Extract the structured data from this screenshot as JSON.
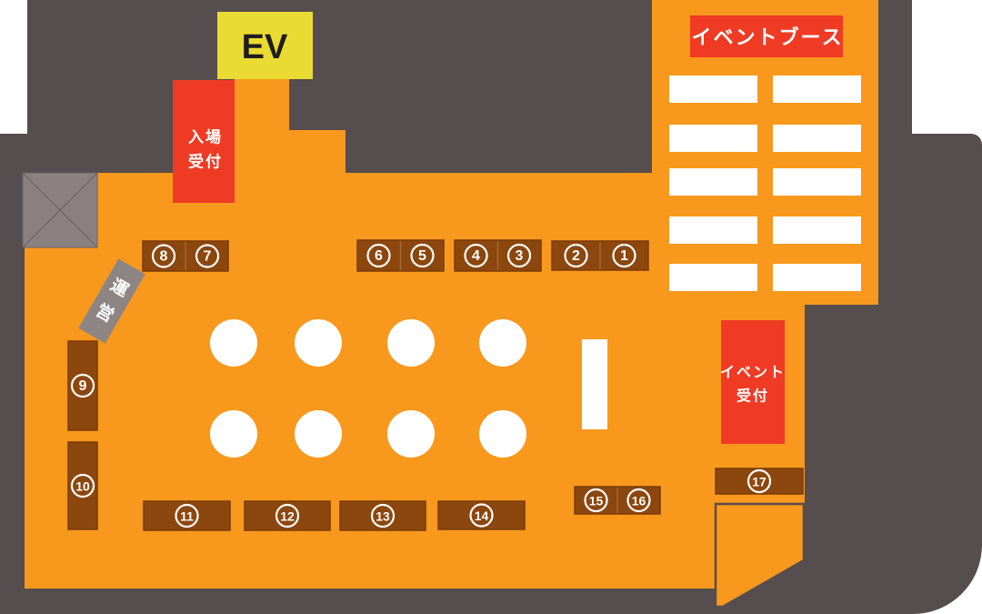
{
  "colors": {
    "wall": "#564D4E",
    "floor": "#F8981D",
    "booth_brown": "#8C470E",
    "accent_red": "#EF3B24",
    "elevator_yellow": "#EADB33",
    "desk_gray": "#8D8584",
    "crossed_box_gray": "#8A8180",
    "white": "#FFFFFF"
  },
  "elevator": {
    "label": "EV"
  },
  "entrance_reception": {
    "lines": [
      "入場",
      "受付"
    ]
  },
  "event_booth_area": {
    "title": "イベントブース",
    "slot_count": 10
  },
  "event_reception": {
    "lines": [
      "イベント",
      "受付"
    ]
  },
  "operations_desk": {
    "chars": [
      "運",
      "営"
    ]
  },
  "numbered_booths": [
    "1",
    "2",
    "3",
    "4",
    "5",
    "6",
    "7",
    "8",
    "9",
    "10",
    "11",
    "12",
    "13",
    "14",
    "15",
    "16",
    "17"
  ],
  "tables": {
    "count": 8
  }
}
